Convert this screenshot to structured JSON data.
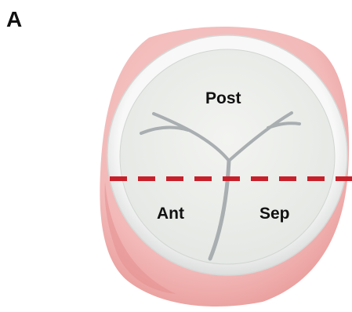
{
  "figure": {
    "panel_letter": "A",
    "leaflets": {
      "posterior": "Post",
      "anterior": "Ant",
      "septal": "Sep"
    },
    "colors": {
      "annulus_outer": "#f2b9b8",
      "annulus_shadow": "#e89a9a",
      "ring": "#e4e7e4",
      "ring_highlight": "#f7f8f7",
      "valve_surface": "#eef0ec",
      "commissure": "#a9aeb1",
      "cut_line": "#c8202a",
      "label": "#111111"
    },
    "cut_line_style": "dashed"
  }
}
